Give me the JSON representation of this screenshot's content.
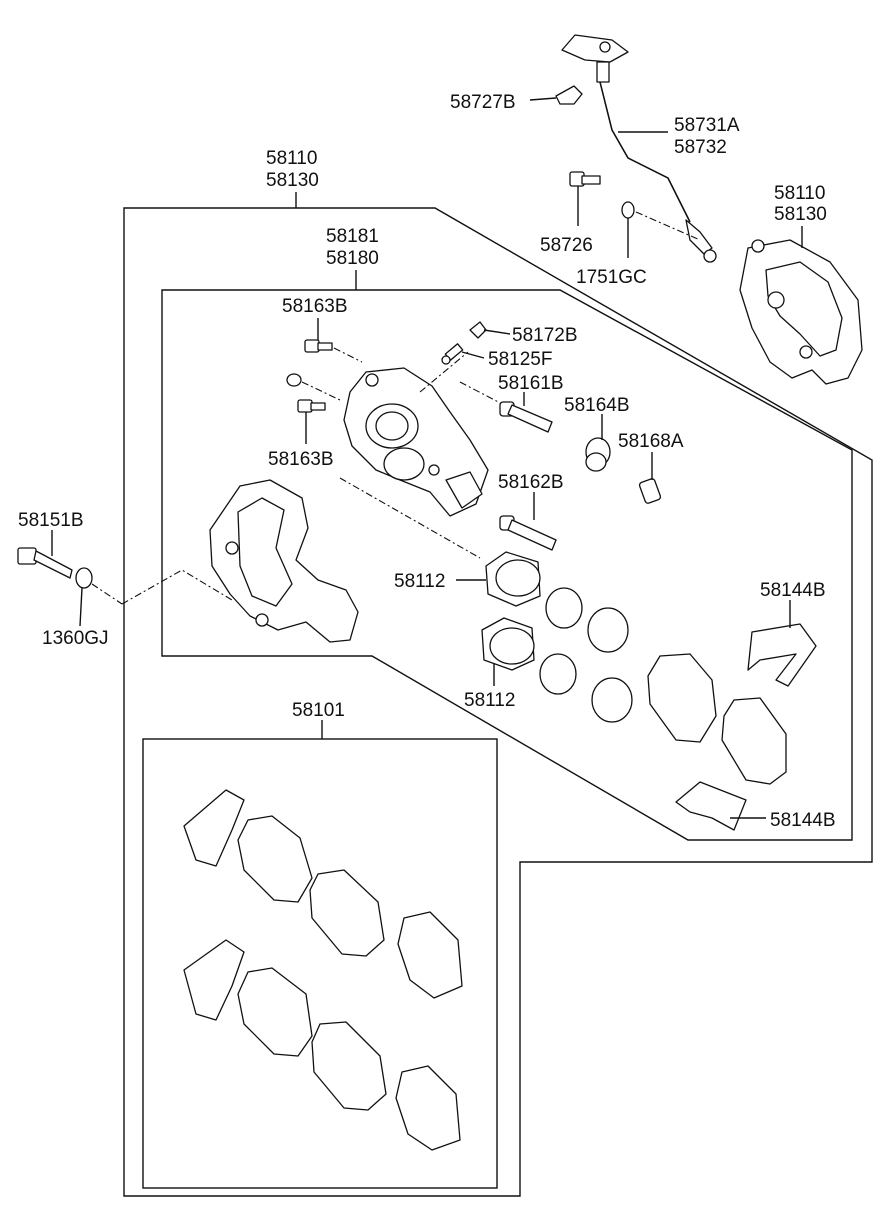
{
  "labels": {
    "l58727B": "58727B",
    "l58731A": "58731A",
    "l58732": "58732",
    "l58110a": "58110",
    "l58130a": "58130",
    "l58726": "58726",
    "l1751GC": "1751GC",
    "l58110b": "58110",
    "l58130b": "58130",
    "l58181": "58181",
    "l58180": "58180",
    "l58163Ba": "58163B",
    "l58172B": "58172B",
    "l58125F": "58125F",
    "l58161B": "58161B",
    "l58164B": "58164B",
    "l58168A": "58168A",
    "l58163Bb": "58163B",
    "l58162B": "58162B",
    "l58151B": "58151B",
    "l58112a": "58112",
    "l58144Ba": "58144B",
    "l1360GJ": "1360GJ",
    "l58112b": "58112",
    "l58101": "58101",
    "l58144Bb": "58144B"
  }
}
